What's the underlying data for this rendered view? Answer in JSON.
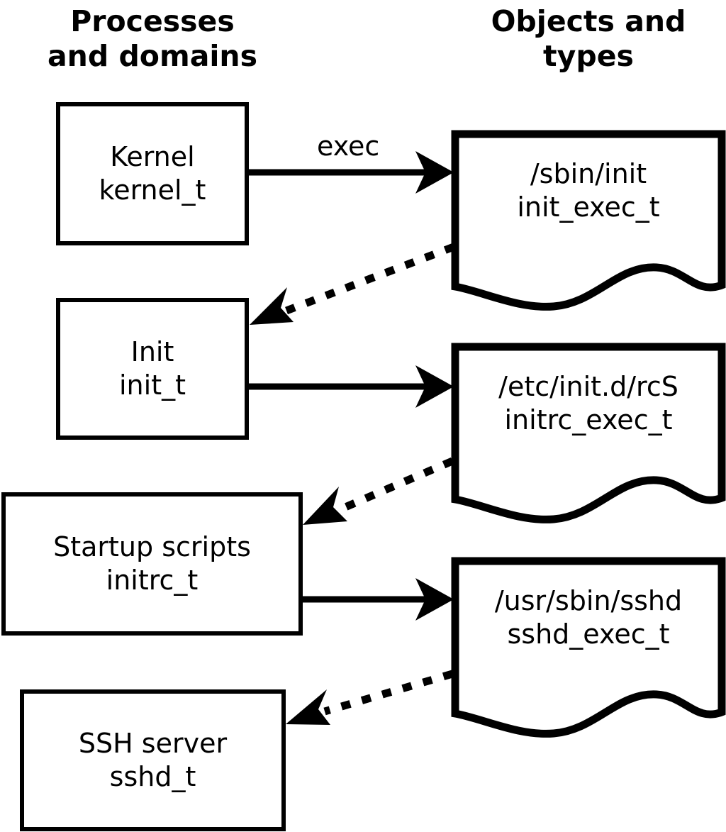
{
  "headers": {
    "left": "Processes\nand domains",
    "right": "Objects and\ntypes"
  },
  "processes": [
    {
      "id": "kernel",
      "line1": "Kernel",
      "line2": "kernel_t"
    },
    {
      "id": "init",
      "line1": "Init",
      "line2": "init_t"
    },
    {
      "id": "initrc",
      "line1": "Startup scripts",
      "line2": "initrc_t"
    },
    {
      "id": "sshd",
      "line1": "SSH server",
      "line2": "sshd_t"
    }
  ],
  "objects": [
    {
      "id": "init-exec",
      "line1": "/sbin/init",
      "line2": "init_exec_t"
    },
    {
      "id": "initrc-exec",
      "line1": "/etc/init.d/rcS",
      "line2": "initrc_exec_t"
    },
    {
      "id": "sshd-exec",
      "line1": "/usr/sbin/sshd",
      "line2": "sshd_exec_t"
    }
  ],
  "edges": {
    "exec_label": "exec"
  },
  "colors": {
    "stroke": "#000000",
    "fill": "#ffffff",
    "text": "#000000"
  }
}
